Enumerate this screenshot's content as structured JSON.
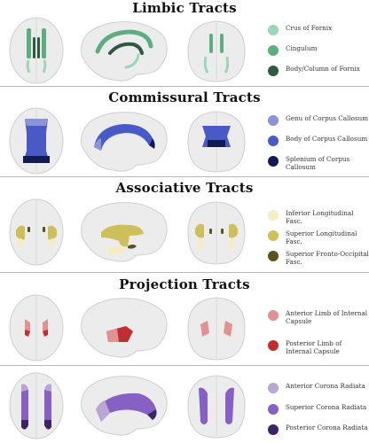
{
  "sections": [
    {
      "title": "Limbic Tracts",
      "legend": [
        {
          "label": "Crus of Fornix",
          "color": "#9bd6b6"
        },
        {
          "label": "Cingulum",
          "color": "#5cae7f"
        },
        {
          "label": "Body/Column of Fornix",
          "color": "#2f5a3f"
        }
      ]
    },
    {
      "title": "Commissural Tracts",
      "legend": [
        {
          "label": "Genu of Corpus Callosum",
          "color": "#8b93d9"
        },
        {
          "label": "Body of Corpus Callosum",
          "color": "#4959c6"
        },
        {
          "label": "Splenium of Corpus Callosum",
          "color": "#111a52"
        }
      ]
    },
    {
      "title": "Associative Tracts",
      "legend": [
        {
          "label": "Inferior Longitudinal Fasc.",
          "color": "#f6ecc0"
        },
        {
          "label": "Superior Longitudinal Fasc.",
          "color": "#cdbf5a"
        },
        {
          "label": "Superior Fronto-Occipital Fasc.",
          "color": "#5a5320"
        }
      ]
    },
    {
      "title": "Projection Tracts",
      "legend": [
        {
          "label": "Anterior Limb of Internal Capsule",
          "color": "#e09191"
        },
        {
          "label": "Posterior Limb of Internal Capsule",
          "color": "#c02f2f"
        }
      ]
    },
    {
      "title": "",
      "legend": [
        {
          "label": "Anterior Corona Radiata",
          "color": "#b9a6d3"
        },
        {
          "label": "Superior Corona Radiata",
          "color": "#8760c5"
        },
        {
          "label": "Posterior Corona Radiata",
          "color": "#3c2467"
        }
      ]
    }
  ]
}
